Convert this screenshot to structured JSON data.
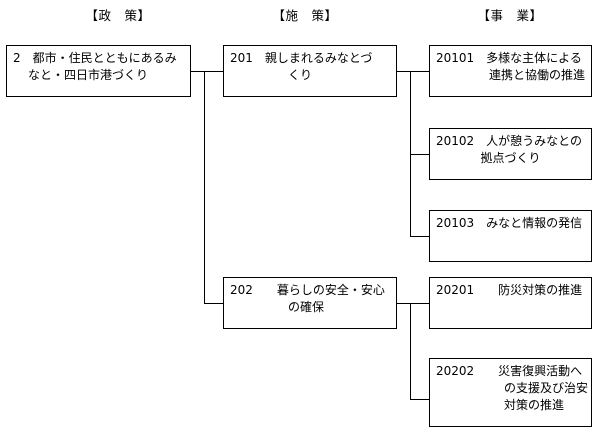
{
  "diagram": {
    "type": "org-tree",
    "title_visible": false,
    "columns": [
      {
        "id": "policy",
        "label": "【政　策】"
      },
      {
        "id": "measure",
        "label": "【施　策】"
      },
      {
        "id": "project",
        "label": "【事　業】"
      }
    ],
    "nodes": {
      "policy_2": {
        "code": "2",
        "lines": [
          "2　都市・住民とともにあるみ",
          "なと・四日市港づくり"
        ]
      },
      "measure_201": {
        "code": "201",
        "lines": [
          "201　親しまれるみなとづ",
          "くり"
        ]
      },
      "measure_202": {
        "code": "202",
        "lines": [
          "202　　暮らしの安全・安心",
          "の確保"
        ]
      },
      "project_20101": {
        "code": "20101",
        "lines": [
          "20101　多様な主体による",
          "連携と協働の推進"
        ]
      },
      "project_20102": {
        "code": "20102",
        "lines": [
          "20102　人が憩うみなとの",
          "拠点づくり"
        ]
      },
      "project_20103": {
        "code": "20103",
        "lines": [
          "20103　みなと情報の発信",
          ""
        ]
      },
      "project_20201": {
        "code": "20201",
        "lines": [
          "20201　　防災対策の推進",
          ""
        ]
      },
      "project_20202": {
        "code": "20202",
        "lines": [
          "20202　　災害復興活動へ",
          "の支援及び治安",
          "対策の推進"
        ]
      }
    },
    "edges": [
      {
        "from": "policy_2",
        "to": "measure_201"
      },
      {
        "from": "policy_2",
        "to": "measure_202"
      },
      {
        "from": "measure_201",
        "to": "project_20101"
      },
      {
        "from": "measure_201",
        "to": "project_20102"
      },
      {
        "from": "measure_201",
        "to": "project_20103"
      },
      {
        "from": "measure_202",
        "to": "project_20201"
      },
      {
        "from": "measure_202",
        "to": "project_20202"
      }
    ],
    "colors": {
      "line": "#000000",
      "box_fill": "#ffffff",
      "text": "#000000"
    }
  }
}
